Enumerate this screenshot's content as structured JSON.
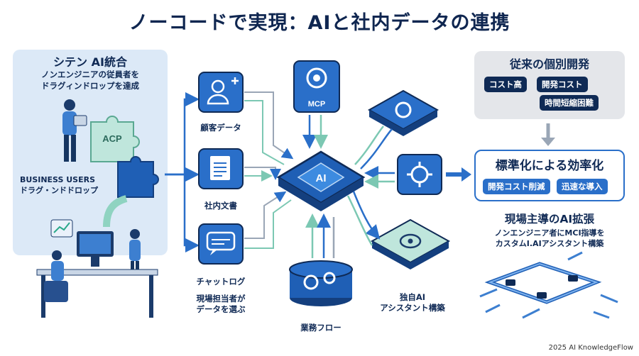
{
  "title": "ノーコードで実現：AIと社内データの連携",
  "left_panel": {
    "title": "シテン AI統合",
    "subtitle": [
      "ノンエンジニアの従員者を",
      "ドラグィンドロップを達成"
    ],
    "puzzle_label": "ACP",
    "business_users": [
      "BUSINESS USERS",
      "ドラグ・ンドドロップ"
    ]
  },
  "center": {
    "hub_label": "AI",
    "mcp_label": "MCP",
    "nodes": {
      "customer": "顧客データ",
      "documents": "社内文書",
      "chatlog": "チャットログ",
      "workflow": "業務フロー",
      "assistant": [
        "独自AI",
        "アシスタント構築"
      ],
      "field": [
        "現場担当者が",
        "データを選ぶ"
      ]
    }
  },
  "right_panels": {
    "traditional": {
      "title": "従来の個別開発",
      "tags": [
        "コスト高",
        "開発コスト",
        "時間短縮困難"
      ]
    },
    "standardization": {
      "title": "標準化による効率化",
      "tags": [
        "開発コスト削減",
        "迅速な導入"
      ]
    },
    "expansion": {
      "title": "現場主導のAI拡張",
      "subtitle": [
        "ノンエンジニア者にMCI指導を",
        "カスタムI.AIアシスタント構築"
      ]
    }
  },
  "footer": "2025 AI KnowledgeFlow",
  "colors": {
    "navy": "#0f2a55",
    "blue": "#2a6fc9",
    "mint": "#bfe6dc",
    "panel": "#dce9f7"
  }
}
